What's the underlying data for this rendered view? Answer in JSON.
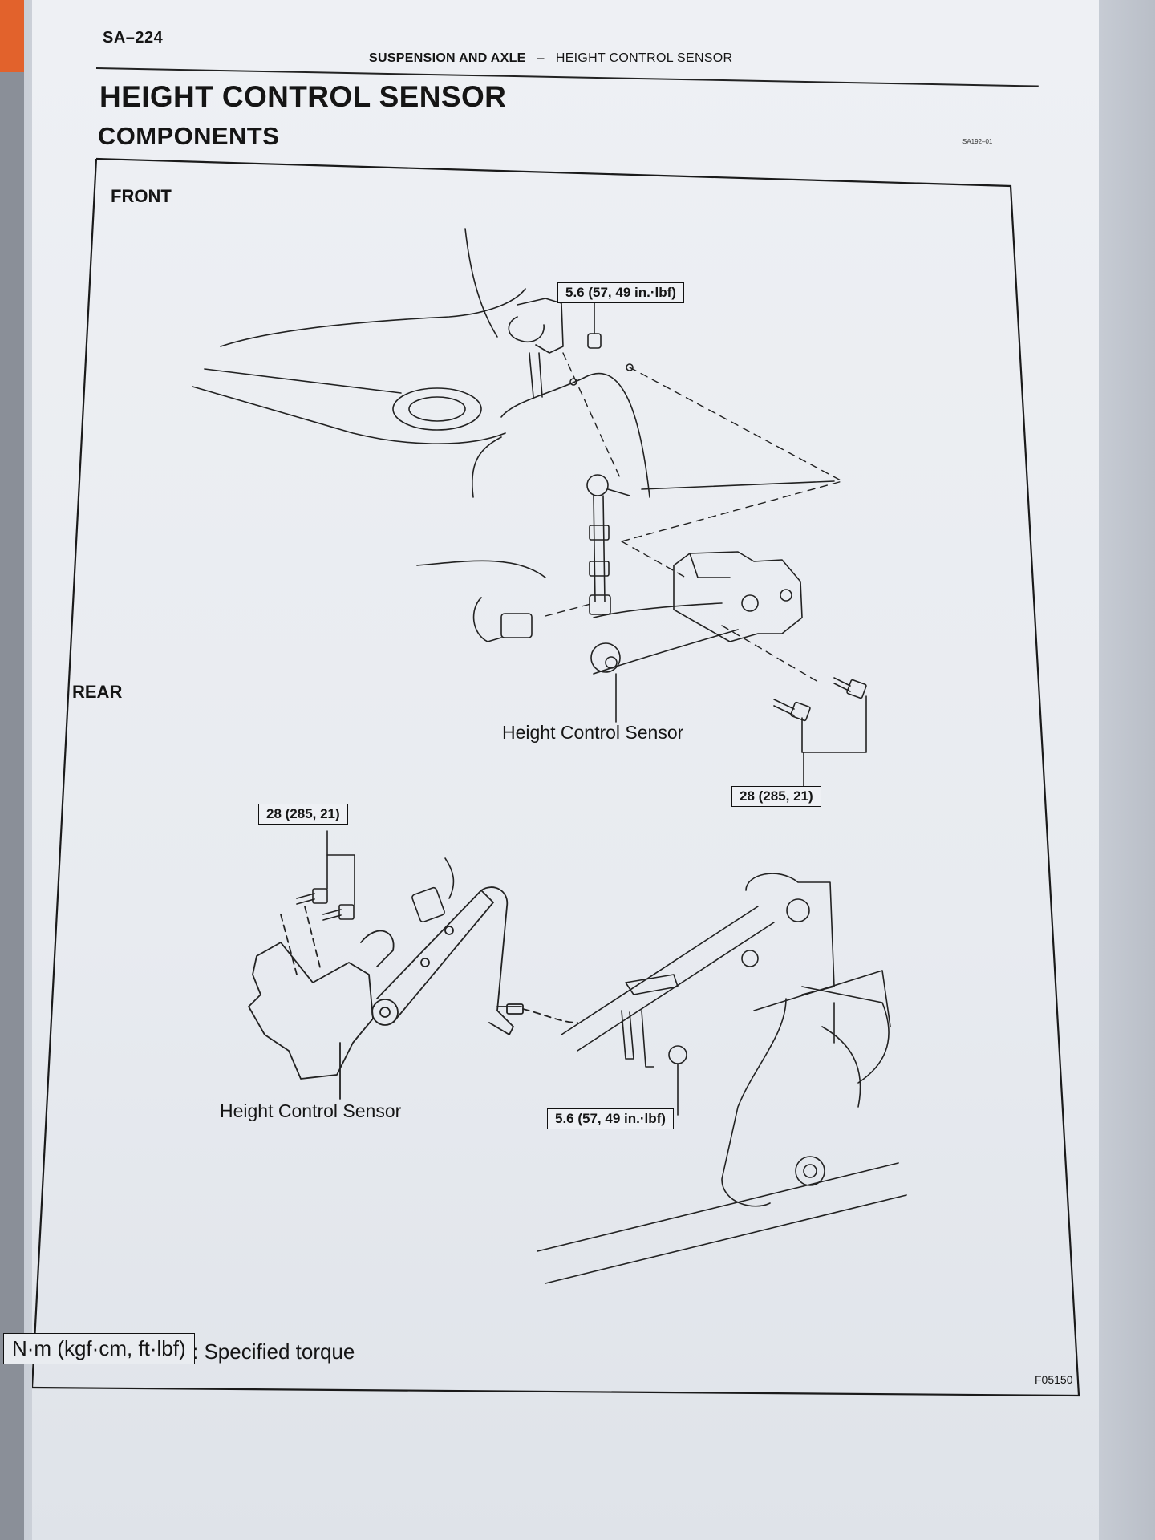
{
  "header": {
    "page_number": "SA–224",
    "section": "SUSPENSION AND AXLE",
    "separator": "–",
    "topic": "HEIGHT CONTROL SENSOR"
  },
  "title": "HEIGHT CONTROL SENSOR",
  "subtitle": "COMPONENTS",
  "figure_code": "SA192–01",
  "figure": {
    "front_label": "FRONT",
    "rear_label": "REAR",
    "front_sensor_callout": "Height Control Sensor",
    "rear_sensor_callout": "Height Control Sensor",
    "torque_front_top": "5.6 (57, 49 in.·lbf)",
    "torque_front_bolts": "28 (285, 21)",
    "torque_rear_bolts": "28 (285, 21)",
    "torque_rear_nut": "5.6 (57, 49 in.·lbf)"
  },
  "legend": {
    "units": "N·m (kgf·cm, ft·lbf)",
    "meaning": ": Specified torque"
  },
  "figure_number": "F05150"
}
